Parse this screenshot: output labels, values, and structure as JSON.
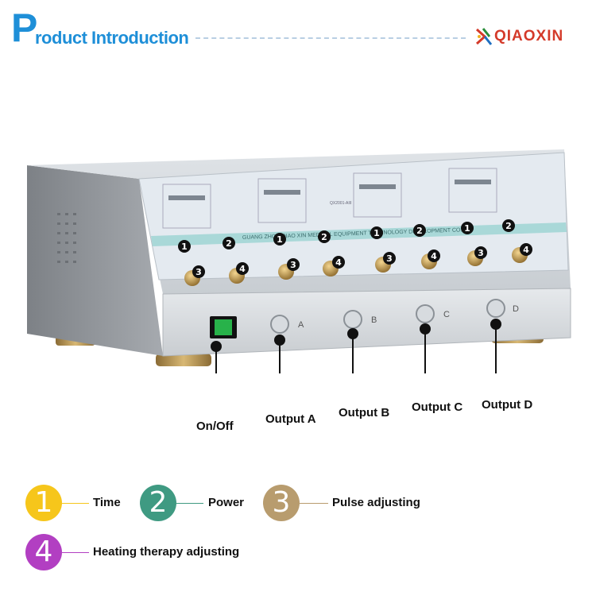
{
  "header": {
    "title_initial": "P",
    "title_rest": "roduct Introduction",
    "brand": "QIAOXIN"
  },
  "device": {
    "panel_banner": "GUANG ZHOU QIAO XIN MEDICAL EQUIPMENT TECHNOLOGY DEVELOPMENT CO.,LTD",
    "model": "QX2001-AIII",
    "port_letters": [
      "A",
      "B",
      "C",
      "D"
    ]
  },
  "callouts": {
    "on_off": "On/Off",
    "output_a": "Output A",
    "output_b": "Output B",
    "output_c": "Output C",
    "output_d": "Output D"
  },
  "legend": [
    {
      "number": "1",
      "label": "Time",
      "color": "#f6c61b"
    },
    {
      "number": "2",
      "label": "Power",
      "color": "#3f9a82"
    },
    {
      "number": "3",
      "label": "Pulse adjusting",
      "color": "#b89c6e"
    },
    {
      "number": "4",
      "label": "Heating therapy adjusting",
      "color": "#b23fc2"
    }
  ]
}
